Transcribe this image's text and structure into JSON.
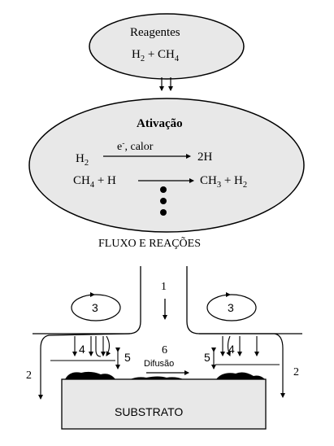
{
  "reagents": {
    "title": "Reagentes",
    "h2_prefix": "H",
    "h2_sub": "2",
    "plus_ch": " + CH",
    "ch4_sub": "4"
  },
  "activation": {
    "title": "Ativação",
    "r1_left_prefix": "H",
    "r1_left_sub": "2",
    "r1_over_prefix": "e",
    "r1_over_sup": "-",
    "r1_over_rest": ", calor",
    "r1_right": "2H",
    "r2_left_prefix": "CH",
    "r2_left_sub": "4",
    "r2_left_rest": " + H",
    "r2_right_prefix": "CH",
    "r2_right_sub": "3",
    "r2_right_mid": " + H",
    "r2_right_sub2": "2"
  },
  "flow_label": "FLUXO E REAÇÕES",
  "labels": {
    "n1": "1",
    "n2_left": "2",
    "n2_right": "2",
    "n3_left": "3",
    "n3_right": "3",
    "n4_left": "4",
    "n4_right": "4",
    "n5_left": "5",
    "n5_right": "5",
    "n6": "6",
    "diffusion": "Difusão"
  },
  "substrate_label": "SUBSTRATO"
}
